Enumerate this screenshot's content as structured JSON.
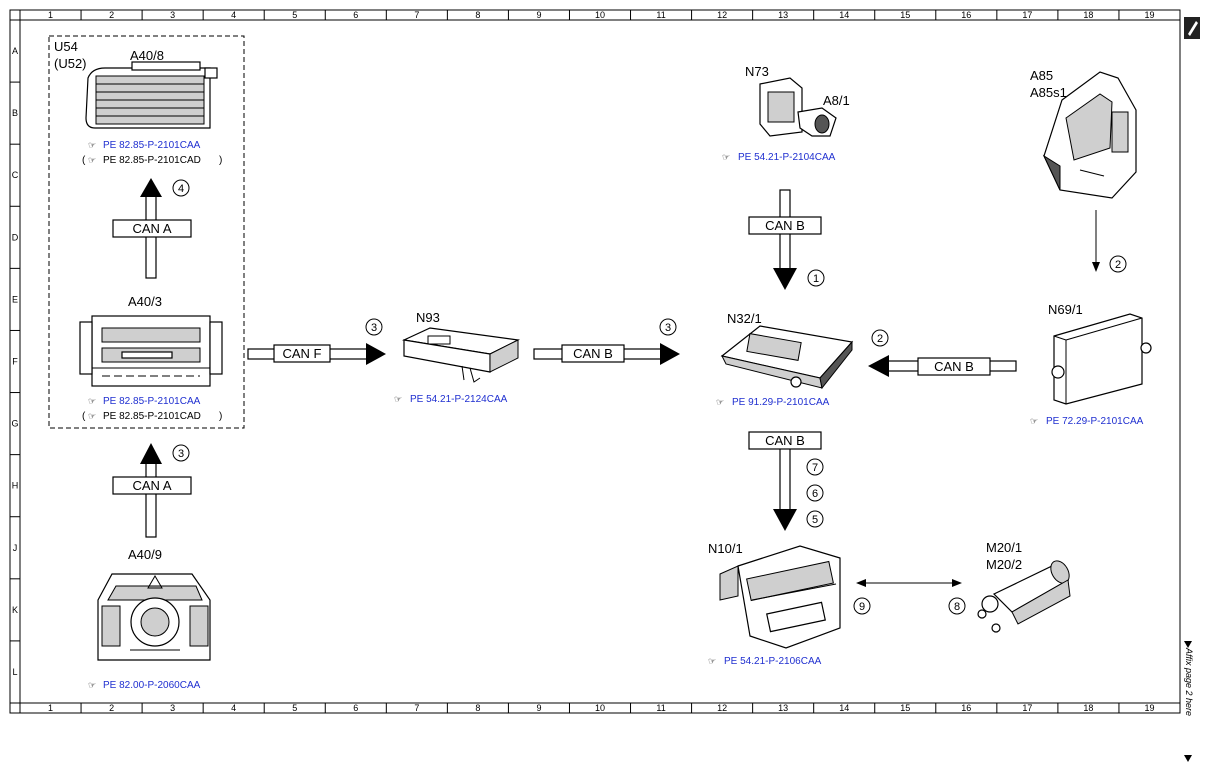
{
  "grid": {
    "cols": [
      "1",
      "2",
      "3",
      "4",
      "5",
      "6",
      "7",
      "8",
      "9",
      "10",
      "11",
      "12",
      "13",
      "14",
      "15",
      "16",
      "17",
      "18",
      "19"
    ],
    "rows": [
      "A",
      "B",
      "C",
      "D",
      "E",
      "F",
      "G",
      "H",
      "J",
      "K",
      "L"
    ]
  },
  "components": {
    "u54": {
      "line1": "U54",
      "line2": "(U52)"
    },
    "a40_8": {
      "label": "A40/8",
      "ref": "PE 82.85-P-2101CAA",
      "ref_alt": "PE 82.85-P-2101CAD"
    },
    "a40_3": {
      "label": "A40/3",
      "ref": "PE 82.85-P-2101CAA",
      "ref_alt": "PE 82.85-P-2101CAD"
    },
    "a40_9": {
      "label": "A40/9",
      "ref": "PE 82.00-P-2060CAA"
    },
    "n93": {
      "label": "N93",
      "ref": "PE 54.21-P-2124CAA"
    },
    "n73": {
      "label": "N73",
      "label2": "A8/1",
      "ref": "PE 54.21-P-2104CAA"
    },
    "a85": {
      "label": "A85",
      "label2": "A85s1"
    },
    "n32_1": {
      "label": "N32/1",
      "ref": "PE 91.29-P-2101CAA"
    },
    "n69_1": {
      "label": "N69/1",
      "ref": "PE 72.29-P-2101CAA"
    },
    "n10_1": {
      "label": "N10/1",
      "ref": "PE 54.21-P-2106CAA"
    },
    "m20": {
      "label": "M20/1",
      "label2": "M20/2"
    }
  },
  "buses": {
    "can_a_top": "CAN A",
    "can_a_bottom": "CAN A",
    "can_f": "CAN F",
    "can_b_n93": "CAN B",
    "can_b_n73": "CAN B",
    "can_b_n69": "CAN B",
    "can_b_n10": "CAN B"
  },
  "markers": {
    "m1": "1",
    "m2a": "2",
    "m2b": "2",
    "m3a": "3",
    "m3b": "3",
    "m3c": "3",
    "m4": "4",
    "m5": "5",
    "m6": "6",
    "m7": "7",
    "m8": "8",
    "m9": "9"
  },
  "side_note": "Affix page 2 here"
}
